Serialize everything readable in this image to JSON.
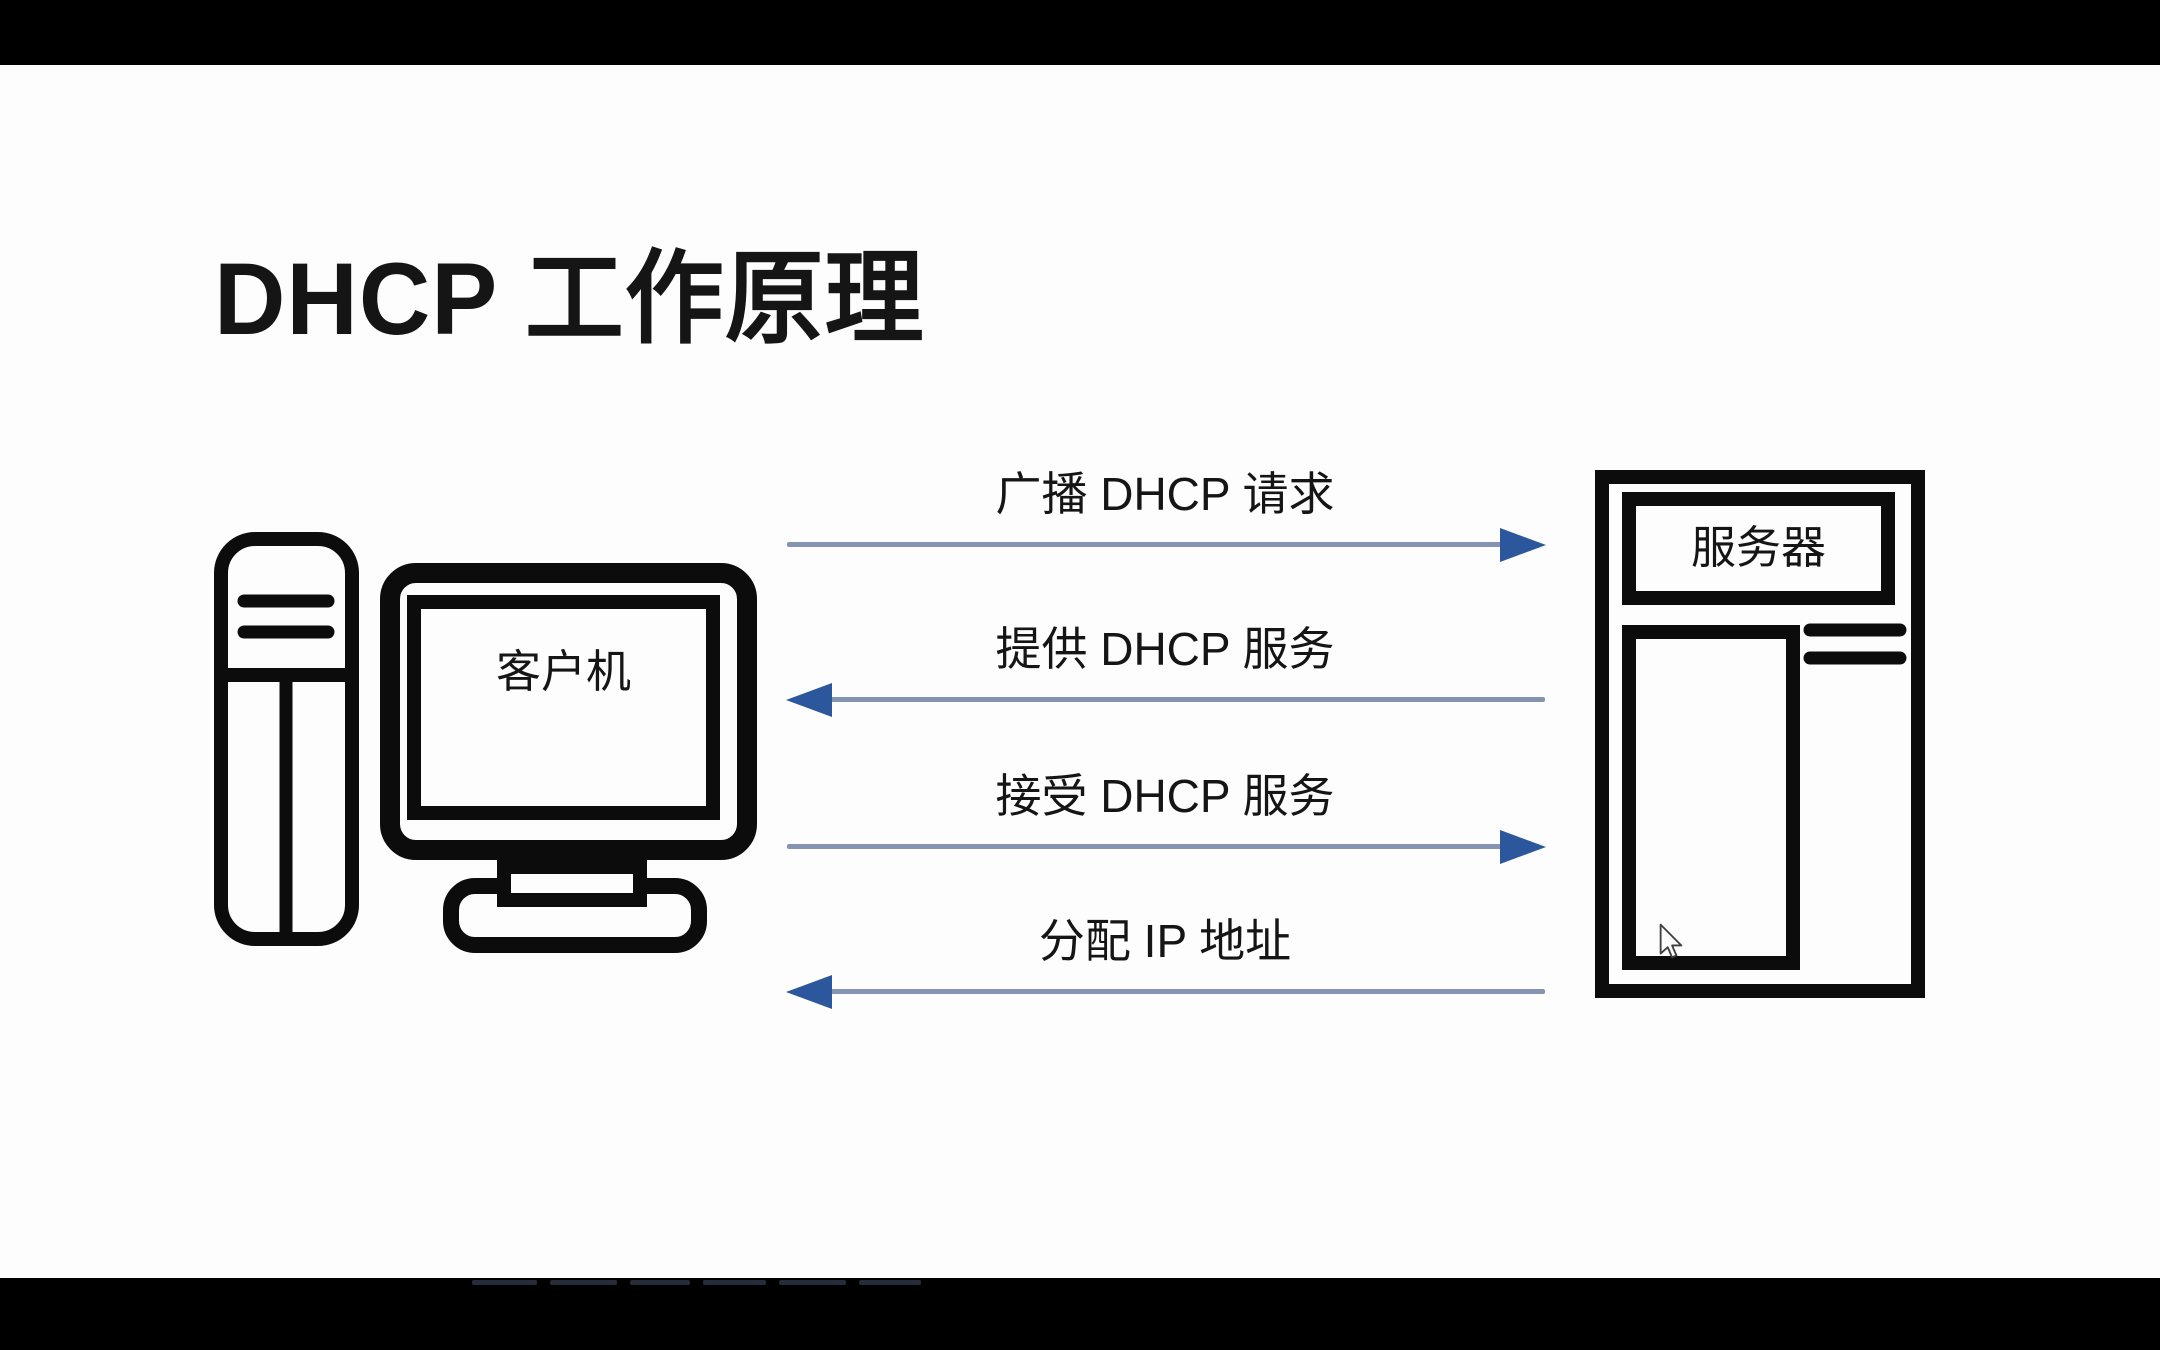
{
  "slide": {
    "title": "DHCP 工作原理"
  },
  "client": {
    "label": "客户机"
  },
  "server": {
    "label": "服务器"
  },
  "messages": [
    {
      "label": "广播 DHCP 请求",
      "direction": "right",
      "from": "client",
      "to": "server"
    },
    {
      "label": "提供 DHCP 服务",
      "direction": "left",
      "from": "server",
      "to": "client"
    },
    {
      "label": "接受 DHCP 服务",
      "direction": "right",
      "from": "client",
      "to": "server"
    },
    {
      "label": "分配 IP 地址",
      "direction": "left",
      "from": "server",
      "to": "client"
    }
  ],
  "colors": {
    "ink": "#151515",
    "stroke": "#0c0c0c",
    "arrow_line": "#8594b3",
    "arrow_head": "#2d579c",
    "bg": "#fdfdfd",
    "letterbox": "#000000"
  }
}
